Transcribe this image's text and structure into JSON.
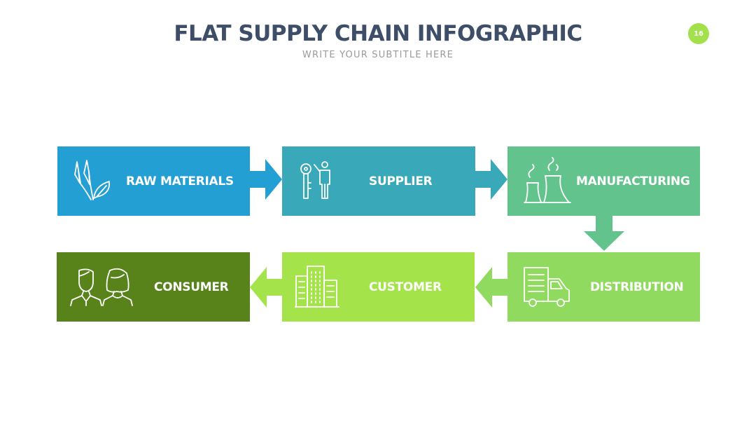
{
  "header": {
    "title": "FLAT SUPPLY CHAIN INFOGRAPHIC",
    "subtitle": "WRITE YOUR SUBTITLE HERE",
    "page_number": "16"
  },
  "colors": {
    "title": "#3f4e68",
    "page_badge": "#a3e14c",
    "raw_materials": "#249fd4",
    "supplier": "#39a8b8",
    "manufacturing": "#63c38d",
    "distribution": "#8fda5f",
    "customer": "#a5e34a",
    "consumer": "#58831a"
  },
  "steps": [
    {
      "label": "RAW MATERIALS",
      "icon": "plant-leaves-icon"
    },
    {
      "label": "SUPPLIER",
      "icon": "key-person-icon"
    },
    {
      "label": "MANUFACTURING",
      "icon": "factory-cooling-towers-icon"
    },
    {
      "label": "DISTRIBUTION",
      "icon": "delivery-truck-icon"
    },
    {
      "label": "CUSTOMER",
      "icon": "office-buildings-icon"
    },
    {
      "label": "CONSUMER",
      "icon": "two-people-icon"
    }
  ]
}
